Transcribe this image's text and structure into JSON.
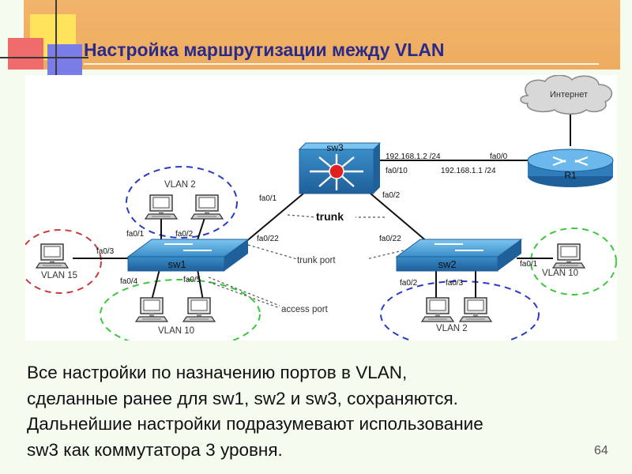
{
  "slide": {
    "title": "Настройка маршрутизации между VLAN",
    "page_number": "64",
    "body_lines": [
      "Все настройки по назначению портов в VLAN,",
      "сделанные ранее для sw1, sw2 и sw3, сохраняются.",
      "Дальнейшие настройки подразумевают использование",
      "sw3 как коммутатора 3 уровня."
    ]
  },
  "diagram": {
    "cloud_label": "Интернет",
    "router_label": "R1",
    "switch_sw3": "sw3",
    "switch_sw1": "sw1",
    "switch_sw2": "sw2",
    "ip_sw3": "192.168.1.2 /24",
    "ip_r1": "192.168.1.1 /24",
    "port_r1": "fa0/0",
    "port_sw3_r1": "fa0/10",
    "port_sw3_sw1": "fa0/1",
    "port_sw3_sw2": "fa0/2",
    "trunk_label": "trunk",
    "trunk_port_label": "trunk port",
    "access_port_label": "access port",
    "port_sw1_up": "fa0/22",
    "port_sw2_up": "fa0/22",
    "port_sw1_1": "fa0/1",
    "port_sw1_2": "fa0/2",
    "port_sw1_3": "fa0/3",
    "port_sw1_4": "fa0/4",
    "port_sw1_5": "fa0/5",
    "port_sw2_1": "fa0/1",
    "port_sw2_2": "fa0/2",
    "port_sw2_3": "fa0/3",
    "vlan_sw1_top": "VLAN 2",
    "vlan_sw1_left": "VLAN 15",
    "vlan_sw1_bottom": "VLAN 10",
    "vlan_sw2_right": "VLAN 10",
    "vlan_sw2_bottom": "VLAN 2"
  },
  "colors": {
    "banner": "#eeac60",
    "title": "#2a2a8a",
    "device_blue": "#3a8ec8",
    "vlan_blue": "#2a3ac8",
    "vlan_green": "#3ac83a",
    "vlan_red": "#c83a3a"
  }
}
